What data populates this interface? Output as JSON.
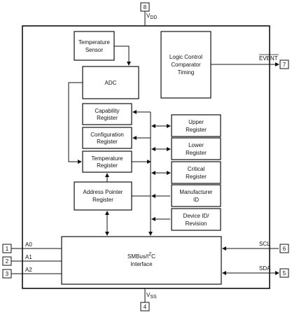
{
  "blocks": {
    "temperature_sensor": [
      "Temperature",
      "Sensor"
    ],
    "adc": [
      "ADC"
    ],
    "logic_control": [
      "Logic Control",
      "Comparator",
      "Timing"
    ],
    "capability_register": [
      "Capability",
      "Register"
    ],
    "configuration_register": [
      "Configuration",
      "Register"
    ],
    "temperature_register": [
      "Temperature",
      "Register"
    ],
    "address_pointer_register": [
      "Address Pointer",
      "Register"
    ],
    "upper_register": [
      "Upper",
      "Register"
    ],
    "lower_register": [
      "Lower",
      "Register"
    ],
    "critical_register": [
      "Critical",
      "Register"
    ],
    "manufacturer_id": [
      "Manufacturer",
      "ID"
    ],
    "device_id_revision": [
      "Device ID/",
      "Revision"
    ],
    "smbus_interface": {
      "line1": "SMBus/I",
      "sup": "2",
      "line1_end": "C",
      "line2": "Interface"
    }
  },
  "pins": {
    "vdd": {
      "number": "8",
      "label": "V",
      "sub": "DD"
    },
    "vss": {
      "number": "4",
      "label": "V",
      "sub": "SS"
    },
    "event": {
      "number": "7",
      "label": "EVENT"
    },
    "a0": {
      "number": "1",
      "label": "A0"
    },
    "a1": {
      "number": "2",
      "label": "A1"
    },
    "a2": {
      "number": "3",
      "label": "A2"
    },
    "scl": {
      "number": "6",
      "label": "SCL"
    },
    "sda": {
      "number": "5",
      "label": "SDA"
    }
  },
  "colors": {
    "line": "#111111",
    "box_fill": "#ffffff"
  }
}
